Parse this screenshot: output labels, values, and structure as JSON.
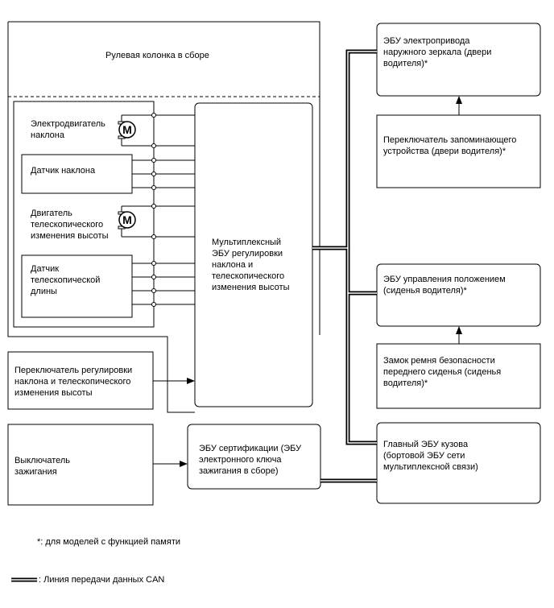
{
  "blocks": {
    "column": "Рулевая колонка в сборе",
    "tilt_motor": "Электродвигатель\nнаклона",
    "tilt_sensor": "Датчик наклона",
    "tele_motor": "Двигатель\nтелескопического\nизменения высоты",
    "tele_sensor": "Датчик\nтелескопической\nдлины",
    "multiplex_ecu": "Мультиплексный\nЭБУ регулировки\nнаклона и\nтелескопического\nизменения высоты",
    "adjust_switch": "Переключатель регулировки\nнаклона и телескопического\nизменения высоты",
    "ignition_switch": "Выключатель\nзажигания",
    "certification_ecu": "ЭБУ сертификации (ЭБУ\nэлектронного ключа\nзажигания в сборе)",
    "mirror_ecu": "ЭБУ электропривода\nнаружного зеркала (двери\nводителя)*",
    "memory_switch": "Переключатель запоминающего\nустройства (двери водителя)*",
    "seat_ecu": "ЭБУ управления положением\n(сиденья водителя)*",
    "buckle": "Замок ремня безопасности\nпереднего сиденья (сиденья\nводителя)*",
    "body_ecu": "Главный ЭБУ кузова\n(бортовой ЭБУ сети\nмультиплексной связи)"
  },
  "motor_symbol": "M",
  "footnote": "*: для моделей с функцией памяти",
  "legend": ": Линия передачи данных CAN",
  "icons": {
    "motor": "motor-icon",
    "can": "can-line-icon"
  }
}
